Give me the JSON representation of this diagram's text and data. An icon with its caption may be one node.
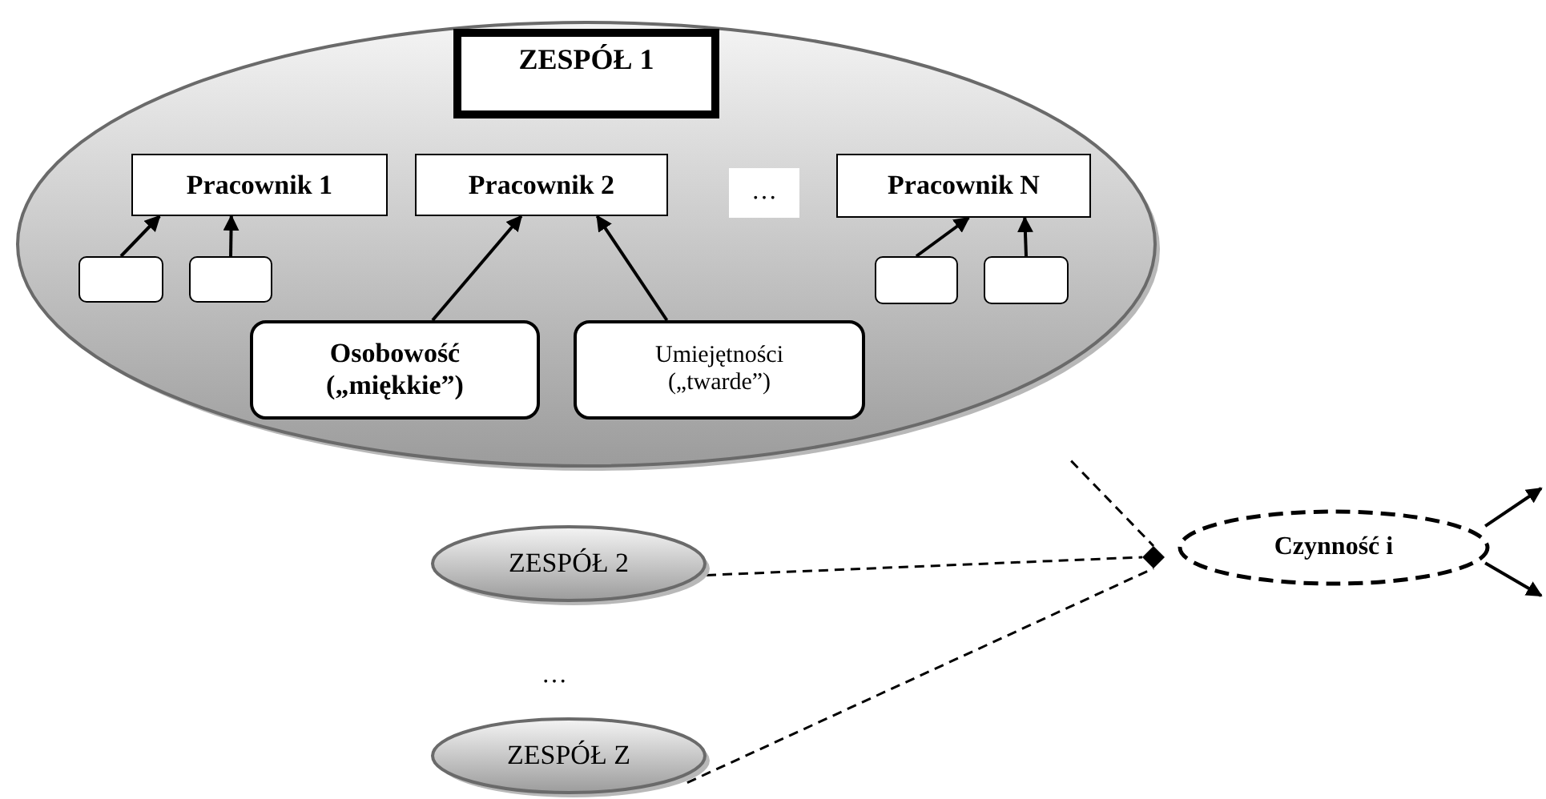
{
  "diagram": {
    "nodes": [
      {
        "text": [],
        "shape": "ellipse"
      },
      {
        "text": [
          "ZESPÓŁ 1"
        ],
        "in": 0
      },
      {
        "text": [
          "Pracownik 1"
        ],
        "in": 0
      },
      {
        "text": [
          "Pracownik 2"
        ],
        "in": 0
      },
      {
        "text": [
          "…"
        ],
        "in": 0
      },
      {
        "text": [
          "Pracownik N"
        ],
        "in": 0
      },
      {
        "text": [],
        "shape": "box",
        "in": 0
      },
      {
        "text": [],
        "shape": "box",
        "in": 0
      },
      {
        "text": [],
        "shape": "box",
        "in": 0
      },
      {
        "text": [],
        "shape": "box",
        "in": 0
      },
      {
        "text": [
          "Osobowość („miękkie”)"
        ],
        "in": 0
      },
      {
        "text": [
          "Umiejętności („twarde”)"
        ],
        "in": 0
      },
      {
        "text": [
          "ZESPÓŁ 2"
        ]
      },
      {
        "text": [
          "ZESPÓŁ Z"
        ]
      },
      {
        "text": [],
        "shape": "diamond"
      },
      {
        "text": [
          "Czynność i"
        ]
      }
    ],
    "edges": [
      {
        "from": 6,
        "to": 2,
        "arrow": "to"
      },
      {
        "from": 7,
        "to": 2,
        "arrow": "to"
      },
      {
        "from": 10,
        "to": 3,
        "arrow": "to"
      },
      {
        "from": 11,
        "to": 3,
        "arrow": "to"
      },
      {
        "from": 8,
        "to": 5,
        "arrow": "to"
      },
      {
        "from": 9,
        "to": 5,
        "arrow": "to"
      },
      {
        "from": 0,
        "to": 14,
        "arrow": "none",
        "style": "dashed"
      },
      {
        "from": 12,
        "to": 14,
        "arrow": "none",
        "style": "dashed"
      },
      {
        "from": 13,
        "to": 14,
        "arrow": "none",
        "style": "dashed"
      },
      {
        "from": 15,
        "to": null,
        "arrow": "to"
      },
      {
        "from": 15,
        "to": null,
        "arrow": "to"
      }
    ],
    "labels": [
      "…"
    ]
  }
}
